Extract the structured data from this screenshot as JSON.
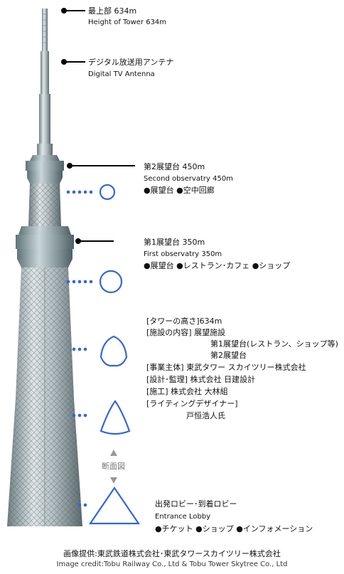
{
  "callouts": {
    "top": {
      "jp": "最上部 634m",
      "en": "Height of Tower 634m"
    },
    "antenna": {
      "jp": "デジタル放送用アンテナ",
      "en": "Digital TV Antenna"
    },
    "second": {
      "jp": "第2展望台  450m",
      "en": "Second observatry 450m",
      "facilities": "●展望台  ●空中回廊"
    },
    "first": {
      "jp": "第1展望台  350m",
      "en": "First observatry 350m",
      "facilities": "●展望台  ●レストラン･カフェ  ●ショップ"
    },
    "lobby": {
      "jp": "出発ロビー･到着ロビー",
      "en": "Entrance Lobby",
      "facilities": "●チケット  ●ショップ  ●インフォメーション"
    }
  },
  "info": {
    "height": "[タワーの高さ]634m",
    "facility_label": "[施設の内容]  展望施設",
    "facility_1": "第1展望台(レストラン、ショップ等)",
    "facility_2": "第2展望台",
    "operator": "[事業主体]    東武タワー  スカイツリー株式会社",
    "design": "[設計･監理]  株式会社  日建設計",
    "construction": "[施工]          株式会社  大林組",
    "lighting_label": "[ライティングデザイナー]",
    "lighting_name": "戸恒浩人氏"
  },
  "section_label": "断面図",
  "footer": {
    "jp": "画像提供:東武鉄道株式会社･東武タワースカイツリー株式会社",
    "en": "Image credit:Tobu Railway Co., Ltd & Tobu Tower Skytree Co., Ltd"
  },
  "colors": {
    "accent": "#3366dd",
    "tower_light": "#dfe6e8",
    "tower_mid": "#9aa7ab",
    "tower_dark": "#5a6a6f"
  }
}
